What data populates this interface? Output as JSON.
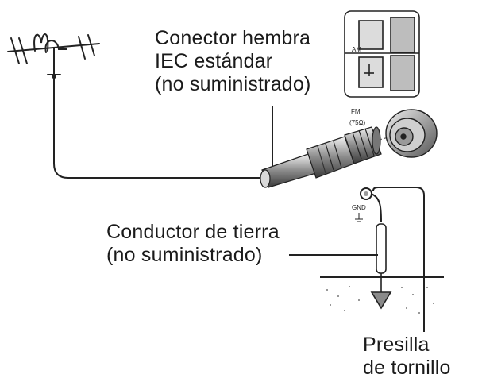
{
  "labels": {
    "iec_connector": [
      "Conector hembra",
      "IEC estándar",
      "(no suministrado)"
    ],
    "ground_wire": [
      "Conductor de tierra",
      "(no suministrado)"
    ],
    "screw_clamp": [
      "Presilla",
      "de tornillo"
    ]
  },
  "terminals": {
    "am": "AM",
    "fm": "FM",
    "fm_ohm": "(75Ω)",
    "gnd": "GND"
  },
  "colors": {
    "line": "#222222",
    "text": "#1a1a1a",
    "background": "#ffffff"
  }
}
